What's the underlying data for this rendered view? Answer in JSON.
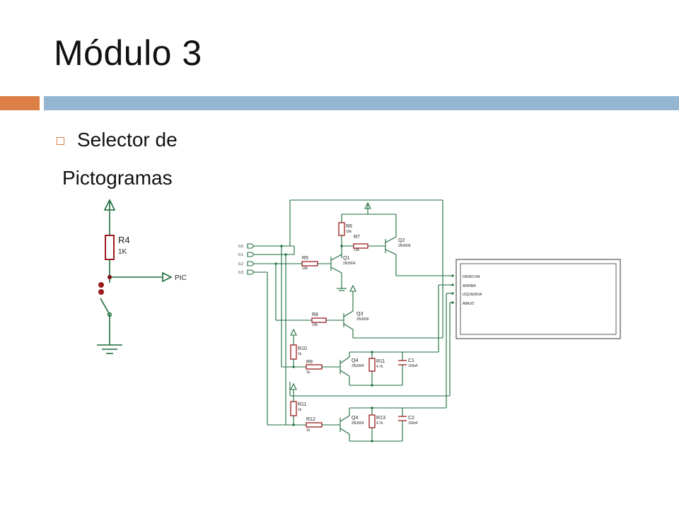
{
  "slide": {
    "title": "Módulo 3",
    "bullet": "Selector de",
    "subtitle": "Pictogramas"
  },
  "colors": {
    "accent_orange": "#dd8047",
    "accent_blue": "#94b6d2",
    "wire": "#1a6b3a",
    "component": "#9b1c1c"
  },
  "left_circuit": {
    "resistor_ref": "R4",
    "resistor_value": "1K",
    "output_label": "PIC"
  },
  "main_circuit": {
    "inputs": [
      "0.0",
      "0.1",
      "0.2",
      "0.3"
    ],
    "components": {
      "R6": {
        "ref": "R6",
        "value": "10k"
      },
      "R7": {
        "ref": "R7",
        "value": "10k"
      },
      "R5": {
        "ref": "R5",
        "value": "10k"
      },
      "R8": {
        "ref": "R8",
        "value": "10k"
      },
      "R10": {
        "ref": "R10",
        "value": "1k"
      },
      "R9": {
        "ref": "R9",
        "value": "1k"
      },
      "R11a": {
        "ref": "R11",
        "value": "1k"
      },
      "R11b": {
        "ref": "R11",
        "value": "4.7k"
      },
      "R12": {
        "ref": "R12",
        "value": "1k"
      },
      "R13": {
        "ref": "R13",
        "value": "4.7k"
      },
      "Q1": {
        "ref": "Q1",
        "value": "2N3904"
      },
      "Q2": {
        "ref": "Q2",
        "value": "2N3906"
      },
      "Q3": {
        "ref": "Q3",
        "value": "2N3906"
      },
      "Q4a": {
        "ref": "Q4",
        "value": "2N3904"
      },
      "Q4b": {
        "ref": "Q4",
        "value": "2N3904"
      },
      "C1": {
        "ref": "C1",
        "value": "100nF"
      },
      "C2": {
        "ref": "C2",
        "value": "100nF"
      }
    },
    "outputs": [
      "DERECHA",
      "ARRIBA",
      "IZQUIERDA",
      "ABAJO"
    ]
  }
}
